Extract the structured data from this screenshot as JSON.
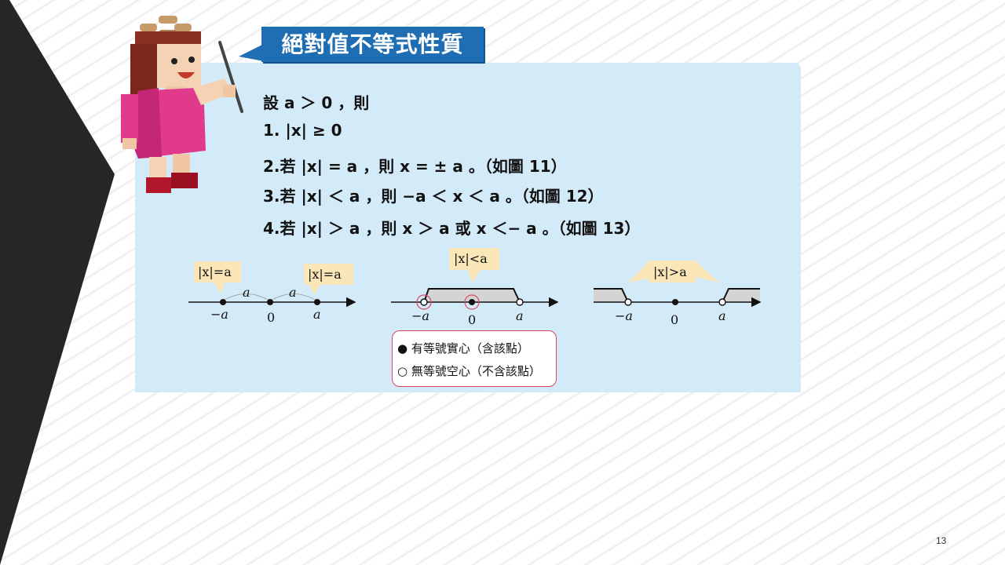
{
  "slide": {
    "title": "絕對值不等式性質",
    "page_number": "13"
  },
  "properties": [
    "設 a ＞ 0 ，則",
    "1. |x| ≥ 0",
    "2.若 |x| = a ，則 x = ± a 。（如圖 11）",
    "3.若 |x| ＜ a ，則 −a ＜ x ＜ a 。（如圖 12）",
    "4.若 |x| ＞ a ，則 x ＞ a 或 x ＜− a 。（如圖 13）"
  ],
  "figures": {
    "fig11": {
      "callout_left": "|x|=a",
      "callout_right": "|x|=a",
      "arc_label_left": "a",
      "arc_label_right": "a",
      "tick_neg": "−a",
      "tick_zero": "0",
      "tick_pos": "a"
    },
    "fig12": {
      "callout": "|x|<a",
      "tick_neg": "−a",
      "tick_zero": "0",
      "tick_pos": "a"
    },
    "fig13": {
      "callout": "|x|>a",
      "tick_neg": "−a",
      "tick_zero": "0",
      "tick_pos": "a"
    }
  },
  "legend": {
    "filled_symbol": "●",
    "filled_text": "有等號實心（含該點）",
    "hollow_symbol": "○",
    "hollow_text": "無等號空心（不含該點）"
  },
  "colors": {
    "panel": "#d3eaf8",
    "banner": "#1f6eb3",
    "callout": "#fbe6b8",
    "legend_border": "#d9475c",
    "dark_band": "#262626"
  }
}
